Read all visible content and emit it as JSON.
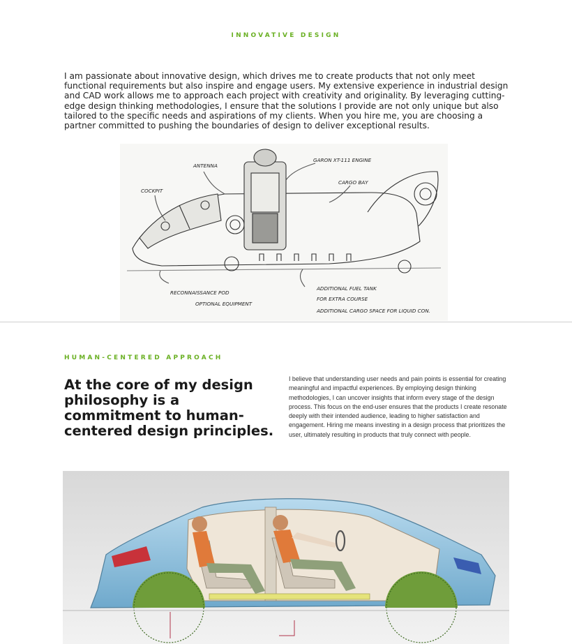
{
  "section_innovative": {
    "eyebrow": "INNOVATIVE DESIGN",
    "paragraph": "I am passionate about innovative design, which drives me to create products that not only meet functional requirements but also inspire and engage users. My extensive experience in industrial design and CAD work allows me to approach each project with creativity and originality. By leveraging cutting-edge design thinking methodologies, I ensure that the solutions I provide are not only unique but also tailored to the specific needs and aspirations of my clients. When you hire me, you are choosing a partner committed to pushing the boundaries of design to deliver exceptional results.",
    "sketch_labels": {
      "antenna": "ANTENNA",
      "cockpit": "COCKPIT",
      "engine": "GARON XT-111 ENGINE",
      "cargo": "CARGO BAY",
      "recon": "RECONNAISSANCE POD",
      "optional": "OPTIONAL EQUIPMENT",
      "fuel": "ADDITIONAL FUEL TANK",
      "extra": "FOR EXTRA COURSE",
      "cargo_space": "ADDITIONAL CARGO SPACE FOR LIQUID CON."
    }
  },
  "section_human": {
    "eyebrow": "HUMAN-CENTERED APPROACH",
    "headline": "At the core of my design philosophy is a commitment to human-centered design principles.",
    "body": "I believe that understanding user needs and pain points is essential for creating meaningful and impactful experiences. By employing design thinking methodologies, I can uncover insights that inform every stage of the design process. This focus on the end-user ensures that the products I create resonate deeply with their intended audience, leading to higher satisfaction and engagement. Hiring me means investing in a design process that prioritizes the user, ultimately resulting in products that truly connect with people."
  },
  "colors": {
    "accent": "#6ab023",
    "car_body": "#8fc3e0",
    "wheel": "#6f9d3a",
    "shirt": "#e07a3a"
  }
}
